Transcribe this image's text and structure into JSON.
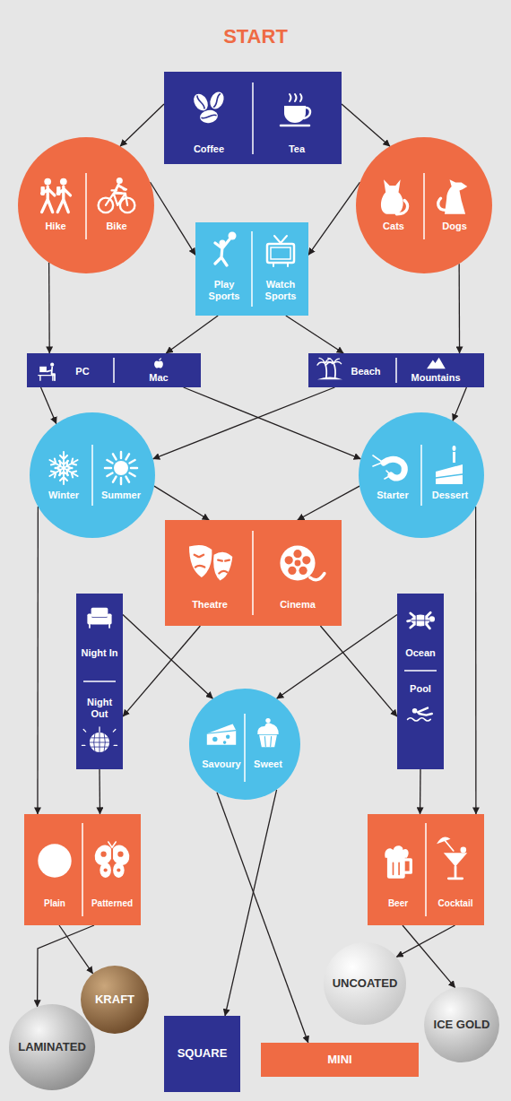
{
  "diagram": {
    "title": "START",
    "nodes": [
      {
        "text": [
          "Coffee",
          "Tea"
        ]
      },
      {
        "text": [
          "Hike",
          "Bike"
        ]
      },
      {
        "text": [
          "Cats",
          "Dogs"
        ]
      },
      {
        "text": [
          "Play Sports",
          "Watch Sports"
        ]
      },
      {
        "text": [
          "PC",
          "Mac"
        ]
      },
      {
        "text": [
          "Beach",
          "Mountains"
        ]
      },
      {
        "text": [
          "Winter",
          "Summer"
        ]
      },
      {
        "text": [
          "Starter",
          "Dessert"
        ]
      },
      {
        "text": [
          "Theatre",
          "Cinema"
        ]
      },
      {
        "text": [
          "Night In",
          "Night Out"
        ]
      },
      {
        "text": [
          "Savoury",
          "Sweet"
        ]
      },
      {
        "text": [
          "Ocean",
          "Pool"
        ]
      },
      {
        "text": [
          "Plain",
          "Patterned"
        ]
      },
      {
        "text": [
          "Beer",
          "Cocktail"
        ]
      },
      {
        "text": [
          "LAMINATED"
        ]
      },
      {
        "text": [
          "KRAFT"
        ]
      },
      {
        "text": [
          "SQUARE"
        ]
      },
      {
        "text": [
          "MINI"
        ]
      },
      {
        "text": [
          "UNCOATED"
        ]
      },
      {
        "text": [
          "ICE GOLD"
        ]
      }
    ],
    "edges": [
      {
        "from": 0,
        "to": 1,
        "arrow": "to"
      },
      {
        "from": 0,
        "to": 2,
        "arrow": "to"
      },
      {
        "from": 1,
        "to": 3,
        "arrow": "to"
      },
      {
        "from": 2,
        "to": 3,
        "arrow": "to"
      },
      {
        "from": 1,
        "to": 4,
        "arrow": "to"
      },
      {
        "from": 2,
        "to": 5,
        "arrow": "to"
      },
      {
        "from": 3,
        "to": 4,
        "arrow": "to"
      },
      {
        "from": 3,
        "to": 5,
        "arrow": "to"
      },
      {
        "from": 4,
        "to": 6,
        "arrow": "to"
      },
      {
        "from": 4,
        "to": 7,
        "arrow": "to"
      },
      {
        "from": 5,
        "to": 6,
        "arrow": "to"
      },
      {
        "from": 5,
        "to": 7,
        "arrow": "to"
      },
      {
        "from": 6,
        "to": 8,
        "arrow": "to"
      },
      {
        "from": 7,
        "to": 8,
        "arrow": "to"
      },
      {
        "from": 6,
        "to": 12,
        "arrow": "to"
      },
      {
        "from": 7,
        "to": 13,
        "arrow": "to"
      },
      {
        "from": 8,
        "to": 9,
        "arrow": "to"
      },
      {
        "from": 9,
        "to": 10,
        "arrow": "to"
      },
      {
        "from": 8,
        "to": 11,
        "arrow": "to"
      },
      {
        "from": 11,
        "to": 10,
        "arrow": "to"
      },
      {
        "from": 9,
        "to": 12,
        "arrow": "to"
      },
      {
        "from": 11,
        "to": 13,
        "arrow": "to"
      },
      {
        "from": 10,
        "to": 17,
        "arrow": "to"
      },
      {
        "from": 10,
        "to": 16,
        "arrow": "to"
      },
      {
        "from": 12,
        "to": 15,
        "arrow": "to"
      },
      {
        "from": 12,
        "to": 14,
        "arrow": "to"
      },
      {
        "from": 13,
        "to": 19,
        "arrow": "to"
      },
      {
        "from": 13,
        "to": 18,
        "arrow": "to"
      }
    ]
  }
}
